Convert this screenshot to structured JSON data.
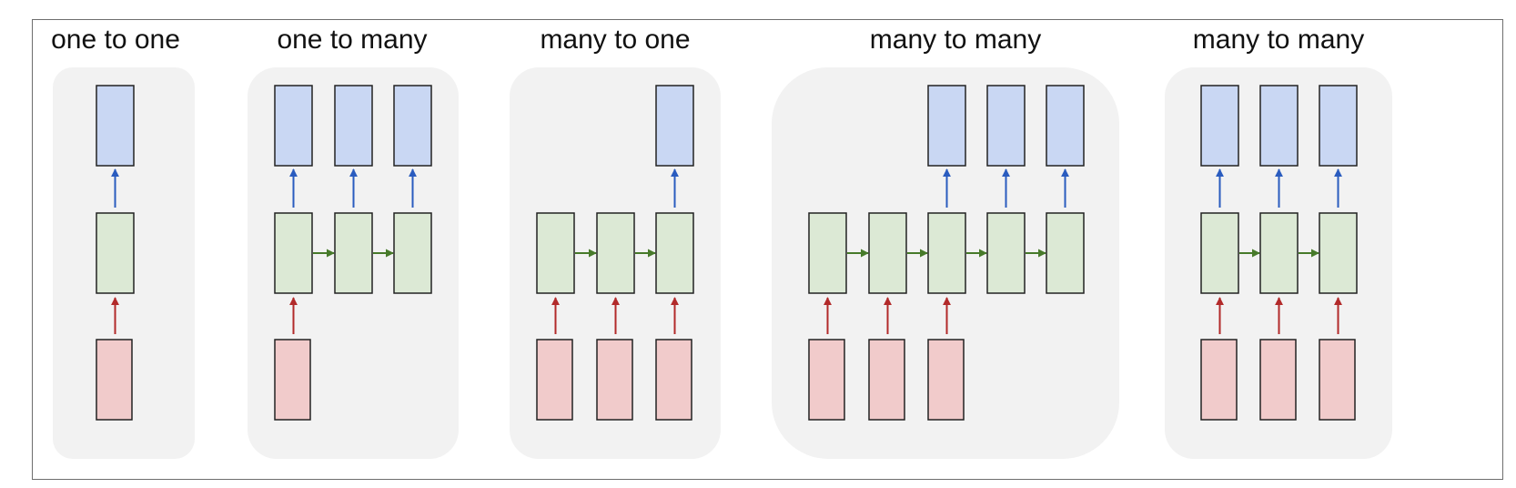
{
  "colors": {
    "panel_bg": "#f2f2f2",
    "output_fill": "#c9d7f3",
    "hidden_fill": "#dce9d5",
    "input_fill": "#f1cbcb",
    "box_stroke": "#222222",
    "output_arrow": "#2a5cbf",
    "recurrent_arrow": "#477a2a",
    "input_arrow": "#b22a2a",
    "frame_border": "#6e6e6e"
  },
  "panels": [
    {
      "title": "one to one",
      "outputs": [
        true
      ],
      "hidden": [
        true
      ],
      "inputs": [
        true
      ]
    },
    {
      "title": "one to many",
      "outputs": [
        true,
        true,
        true
      ],
      "hidden": [
        true,
        true,
        true
      ],
      "inputs": [
        true,
        false,
        false
      ]
    },
    {
      "title": "many to one",
      "outputs": [
        false,
        false,
        true
      ],
      "hidden": [
        true,
        true,
        true
      ],
      "inputs": [
        true,
        true,
        true
      ]
    },
    {
      "title": "many to many",
      "outputs": [
        false,
        false,
        true,
        true,
        true
      ],
      "hidden": [
        true,
        true,
        true,
        true,
        true
      ],
      "inputs": [
        true,
        true,
        true,
        false,
        false
      ]
    },
    {
      "title": "many to many",
      "outputs": [
        true,
        true,
        true
      ],
      "hidden": [
        true,
        true,
        true
      ],
      "inputs": [
        true,
        true,
        true
      ]
    }
  ]
}
